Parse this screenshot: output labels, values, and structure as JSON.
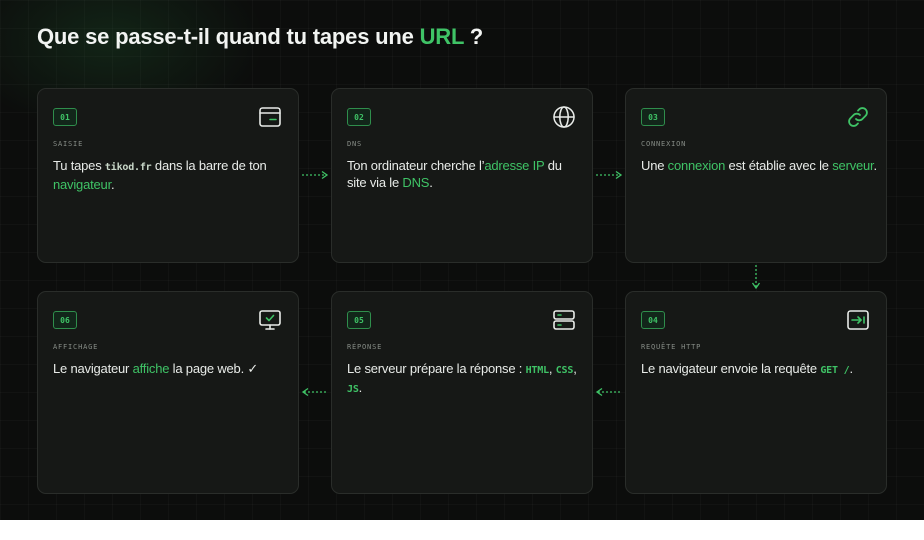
{
  "title": {
    "before": "Que se passe-t-il quand tu tapes une ",
    "accent": "URL",
    "after": " ?"
  },
  "colors": {
    "accent": "#3fc366",
    "background": "#0c0d0c",
    "card": "#161816",
    "text": "#e8ebe8"
  },
  "steps": [
    {
      "number": "01",
      "label": "SAISIE",
      "icon": "browser-window-icon",
      "parts": [
        {
          "t": "Tu tapes ",
          "s": "text"
        },
        {
          "t": "tikod.fr",
          "s": "code-muted"
        },
        {
          "t": " dans la barre de ton ",
          "s": "text"
        },
        {
          "t": "navigateur",
          "s": "hl"
        },
        {
          "t": ".",
          "s": "text"
        }
      ]
    },
    {
      "number": "02",
      "label": "DNS",
      "icon": "globe-icon",
      "parts": [
        {
          "t": "Ton ordinateur cherche l’",
          "s": "text"
        },
        {
          "t": "adresse IP",
          "s": "hl"
        },
        {
          "t": " du site via le ",
          "s": "text"
        },
        {
          "t": "DNS",
          "s": "hl"
        },
        {
          "t": ".",
          "s": "text"
        }
      ]
    },
    {
      "number": "03",
      "label": "CONNEXION",
      "icon": "link-icon",
      "parts": [
        {
          "t": "Une ",
          "s": "text"
        },
        {
          "t": "connexion",
          "s": "hl"
        },
        {
          "t": " est établie avec le ",
          "s": "text"
        },
        {
          "t": "serveur",
          "s": "hl"
        },
        {
          "t": ".",
          "s": "text"
        }
      ]
    },
    {
      "number": "04",
      "label": "REQUÊTE HTTP",
      "icon": "send-request-icon",
      "parts": [
        {
          "t": "Le navigateur envoie la requête ",
          "s": "text"
        },
        {
          "t": "GET /",
          "s": "code"
        },
        {
          "t": ".",
          "s": "text"
        }
      ]
    },
    {
      "number": "05",
      "label": "RÉPONSE",
      "icon": "server-icon",
      "parts": [
        {
          "t": "Le serveur prépare la réponse : ",
          "s": "text"
        },
        {
          "t": "HTML",
          "s": "code"
        },
        {
          "t": ", ",
          "s": "text"
        },
        {
          "t": "CSS",
          "s": "code"
        },
        {
          "t": ", ",
          "s": "text"
        },
        {
          "t": "JS",
          "s": "code"
        },
        {
          "t": ".",
          "s": "text"
        }
      ]
    },
    {
      "number": "06",
      "label": "AFFICHAGE",
      "icon": "monitor-check-icon",
      "parts": [
        {
          "t": "Le navigateur ",
          "s": "text"
        },
        {
          "t": "affiche",
          "s": "hl"
        },
        {
          "t": " la page web. ✓",
          "s": "text"
        }
      ]
    }
  ]
}
